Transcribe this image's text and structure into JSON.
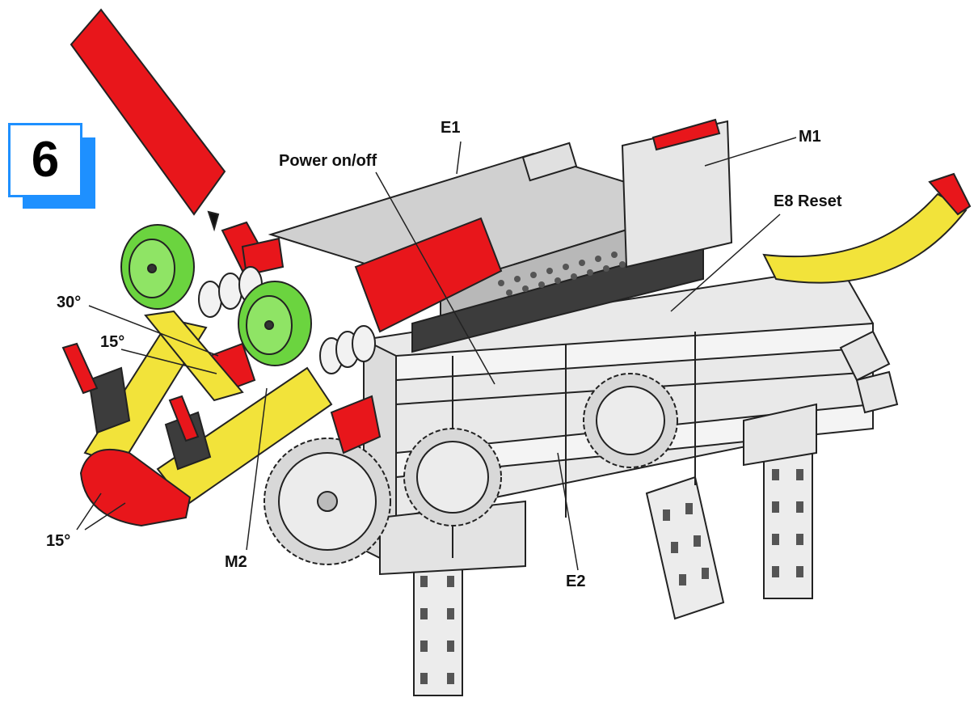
{
  "step": {
    "number": "6"
  },
  "labels": {
    "e1": "E1",
    "power": "Power on/off",
    "m1": "M1",
    "e8": "E8 Reset",
    "angle30": "30°",
    "angle15_upper": "15°",
    "angle15_lower": "15°",
    "m2": "M2",
    "e2": "E2"
  },
  "colors": {
    "step_accent": "#1e90ff",
    "red_part": "#e8161b",
    "yellow_part": "#f2e33a",
    "green_part": "#6bd43f",
    "gray_part": "#cfcfcf",
    "dark_part": "#3c3c3c"
  }
}
